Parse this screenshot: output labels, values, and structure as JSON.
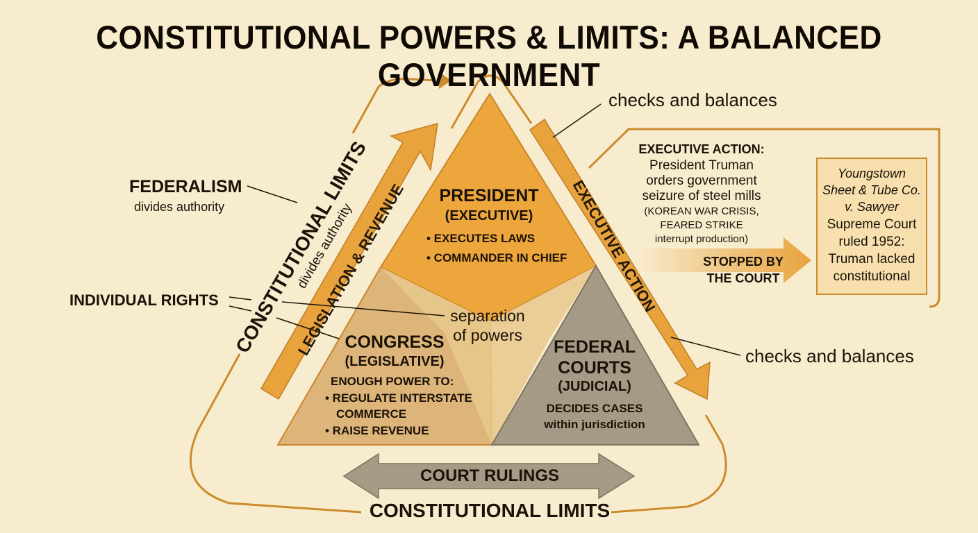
{
  "title": "CONSTITUTIONAL POWERS & LIMITS: A BALANCED GOVERNMENT",
  "colors": {
    "background": "#f8ecce",
    "executive": "#eda63c",
    "legislative": "#ddb57a",
    "judicial": "#a59a85",
    "arrow_orange": "#e8a33d",
    "outline_brown": "#cd8a2c"
  },
  "president": {
    "name": "PRESIDENT",
    "branch": "(EXECUTIVE)",
    "duties": [
      "• EXECUTES LAWS",
      "• COMMANDER IN CHIEF"
    ]
  },
  "congress": {
    "name": "CONGRESS",
    "branch": "(LEGISLATIVE)",
    "intro": "ENOUGH POWER TO:",
    "powers": [
      "• REGULATE INTERSTATE",
      "COMMERCE",
      "• RAISE REVENUE"
    ]
  },
  "courts": {
    "name_line1": "FEDERAL",
    "name_line2": "COURTS",
    "branch": "(JUDICIAL)",
    "duty_line1": "DECIDES CASES",
    "duty_line2": "within jurisdiction"
  },
  "center": {
    "line1": "separation",
    "line2": "of powers"
  },
  "arrows": {
    "legislation": "LEGISLATION & REVENUE",
    "executive_action": "EXECUTIVE ACTION",
    "court_rulings": "COURT RULINGS",
    "stopped_line1": "STOPPED BY",
    "stopped_line2": "THE COURT"
  },
  "side_labels": {
    "constitutional_limits": "CONSTITUTIONAL LIMITS",
    "divides_authority": "divides authority",
    "constitutional_limits_bottom": "CONSTITUTIONAL LIMITS"
  },
  "left_notes": {
    "federalism": "FEDERALISM",
    "federalism_sub": "divides authority",
    "individual_rights": "INDIVIDUAL RIGHTS"
  },
  "right_notes": {
    "checks_top": "checks and balances",
    "checks_bottom": "checks and balances"
  },
  "executive_action_box": {
    "heading": "EXECUTIVE ACTION:",
    "lines": [
      "President Truman",
      "orders government",
      "seizure of steel mills"
    ],
    "small_lines": [
      "(KOREAN WAR CRISIS,",
      "FEARED STRIKE",
      "interrupt production)"
    ]
  },
  "case_box": {
    "case_lines": [
      "Youngstown",
      "Sheet & Tube Co.",
      "v. Sawyer"
    ],
    "ruling_lines": [
      "Supreme Court",
      "ruled 1952:",
      "Truman lacked",
      "constitutional"
    ]
  }
}
